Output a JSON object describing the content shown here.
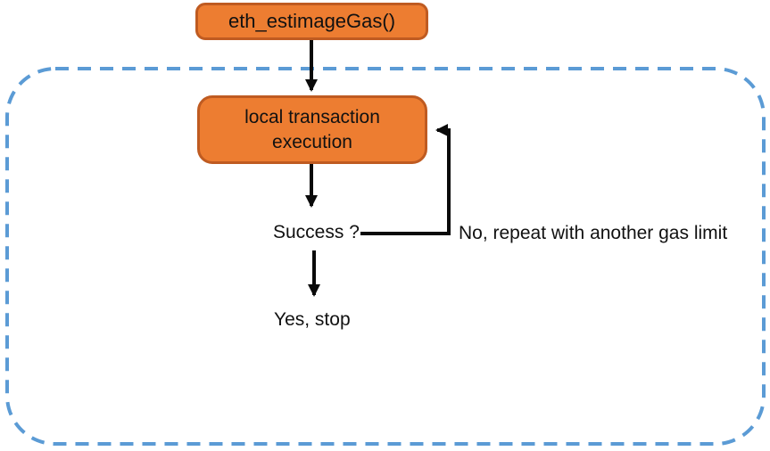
{
  "diagram": {
    "nodes": {
      "eth_box_label": "eth_estimageGas()",
      "local_box_label": "local transaction execution"
    },
    "labels": {
      "success": "Success ?",
      "no_branch": "No, repeat with another gas limit",
      "yes_branch": "Yes, stop"
    }
  },
  "colors": {
    "node_fill": "#ED7D31",
    "node_border": "#BF5B21",
    "boundary": "#5B9BD5",
    "arrow": "#0a0a0a",
    "text": "#111111"
  }
}
